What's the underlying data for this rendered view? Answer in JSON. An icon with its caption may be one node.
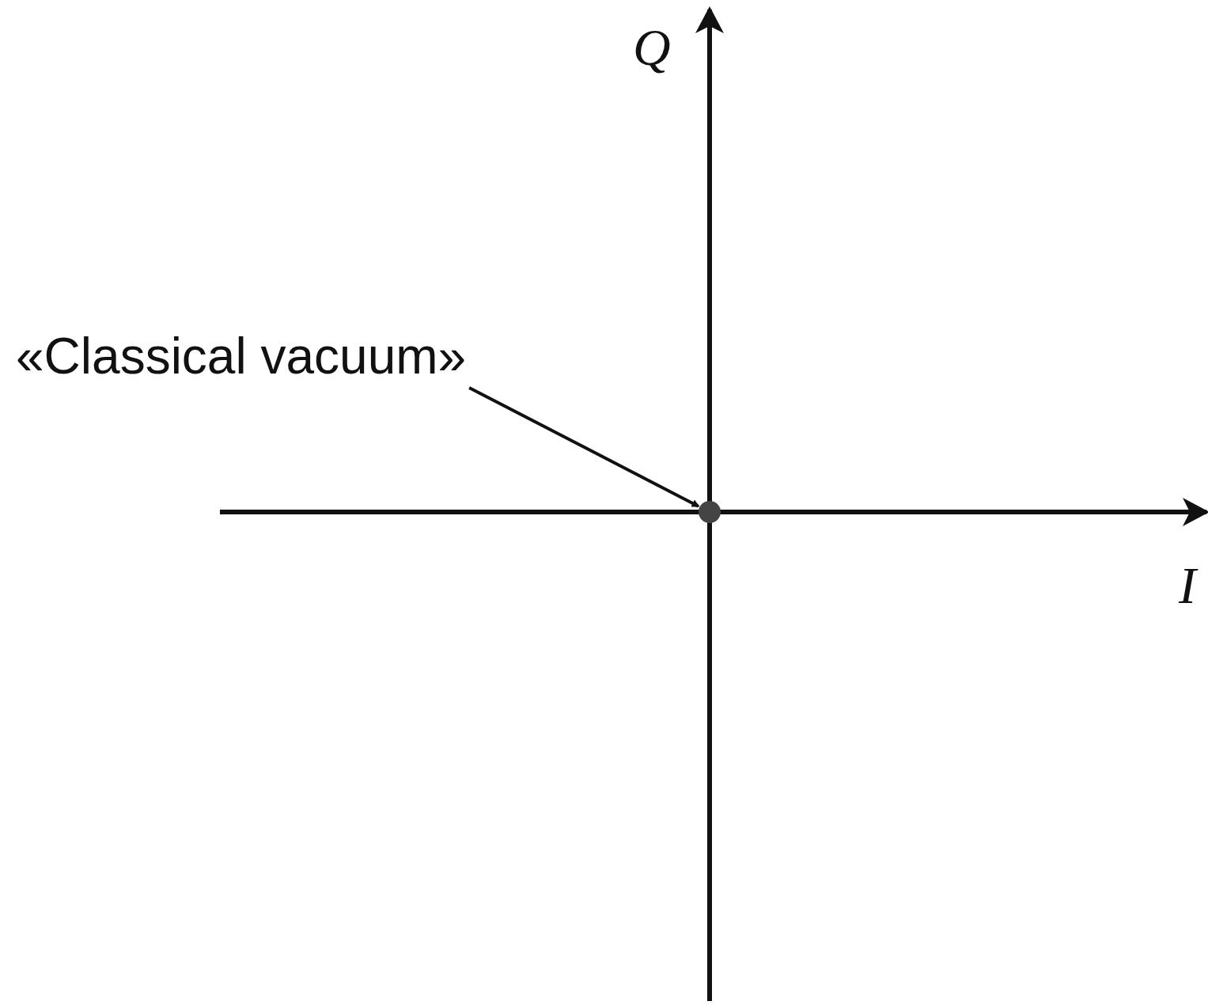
{
  "diagram": {
    "nodes": [
      {
        "text": [
          "«Classical vacuum»"
        ]
      },
      {
        "text": [],
        "shape": "circle"
      }
    ],
    "edges": [
      {
        "from": 0,
        "to": 1,
        "arrow": "to"
      }
    ],
    "labels": [
      "Q",
      "I"
    ]
  }
}
